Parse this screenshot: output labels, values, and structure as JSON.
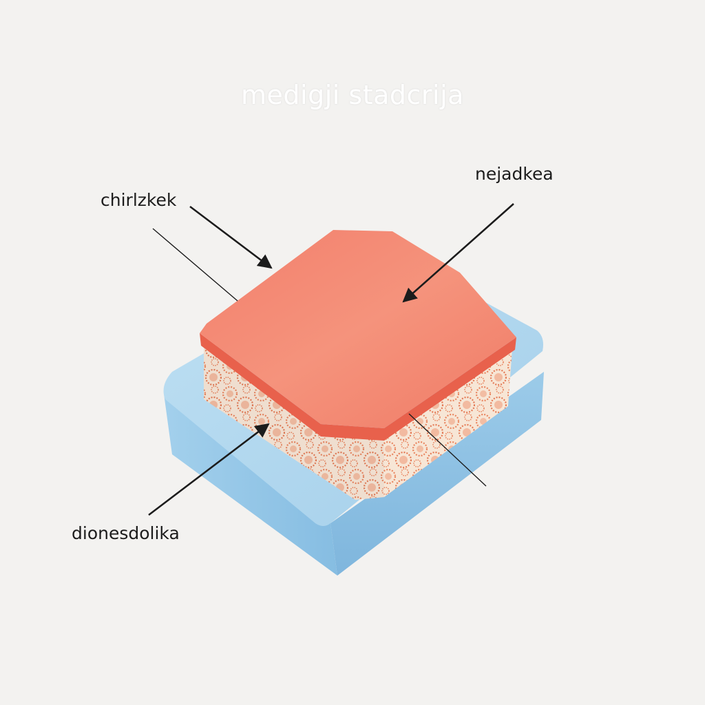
{
  "title": "medigji stadcrija",
  "labels": {
    "top_left": "chirlzkek",
    "top_right": "nejadkea",
    "bottom_left": "dionesdolika"
  },
  "colors": {
    "background": "#f3f2f0",
    "base_block": "#a9d3ec",
    "tissue_top": "#f48a74",
    "tissue_edge": "#e8614c",
    "cell_layer": "#f6e3d3",
    "cell_pattern": "#e9855f",
    "arrow": "#1c1c1c"
  }
}
